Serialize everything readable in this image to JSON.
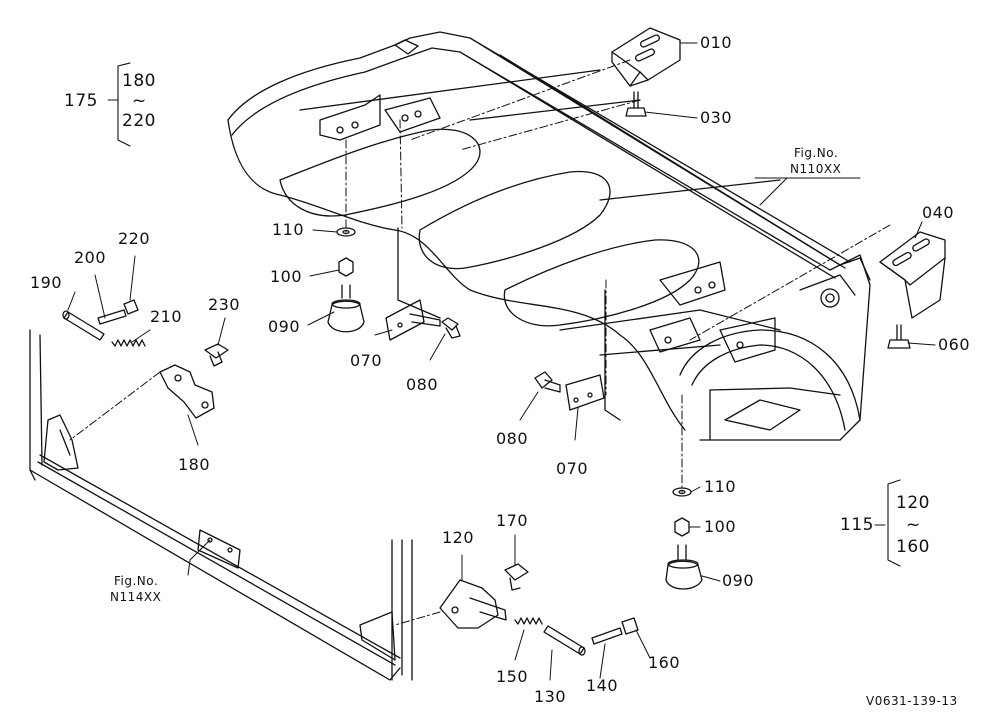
{
  "figure_code": "V0631-139-13",
  "fig_refs": {
    "top": {
      "line1": "Fig.No.",
      "line2": "N110XX"
    },
    "left": {
      "line1": "Fig.No.",
      "line2": "N114XX"
    }
  },
  "range_groups": {
    "left": {
      "parent": "175",
      "from": "180",
      "tilde": "~",
      "to": "220"
    },
    "right": {
      "parent": "115",
      "from": "120",
      "tilde": "~",
      "to": "160"
    }
  },
  "callouts": {
    "p010": "010",
    "p030": "030",
    "p040": "040",
    "p060": "060",
    "p070a": "070",
    "p080a": "080",
    "p070b": "070",
    "p080b": "080",
    "p090a": "090",
    "p100a": "100",
    "p110a": "110",
    "p090b": "090",
    "p100b": "100",
    "p110b": "110",
    "p120": "120",
    "p130": "130",
    "p140": "140",
    "p150": "150",
    "p160": "160",
    "p170": "170",
    "p180": "180",
    "p190": "190",
    "p200": "200",
    "p210": "210",
    "p220": "220",
    "p230": "230"
  }
}
